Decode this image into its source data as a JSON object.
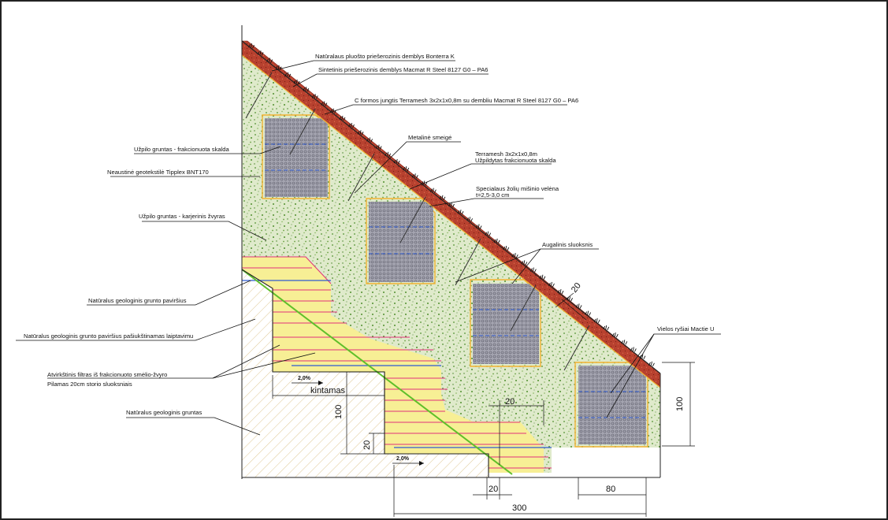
{
  "labels": {
    "bonterra": "Natūralaus pluošto priešerozinis demblys Bonterra K",
    "macmat": "Sintetinis priešerozinis demblys Macmat R Steel 8127 G0 – PA6",
    "c_joint": "C formos jungtis Terramesh 3x2x1x0,8m su dembliu Macmat R Steel 8127 G0 – PA6",
    "fill_crushed": "Užpilo gruntas - frakcionuota skalda",
    "metal_stake": "Metalinė smeigė",
    "geotextile": "Neaustinė geotekstilė Tipplex BNT170",
    "terramesh_1": "Terramesh 3x2x1x0,8m",
    "terramesh_2": "Užpildytas frakcionuota skalda",
    "turf_1": "Specialaus žolių mišinio velėna",
    "turf_2": "t=2,5-3,0 cm",
    "fill_quarry": "Užpilo gruntas - karjerinis žvyras",
    "vegetative": "Augalinis sluoksnis",
    "natural_surface": "Natūralus geologinis grunto paviršius",
    "natural_surface_stepped": "Natūralus geologinis grunto paviršius pašiukštinamas laiptavimu",
    "wire_ties": "Vielos ryšiai Mactie U",
    "filter_1": "Atvirkštinis filtras iš frakcionuoto smėlio-žvyro",
    "filter_2": "Pilamas 20cm storio sluoksniais",
    "natural_ground": "Natūralus geologinis gruntas"
  },
  "dimensions": {
    "slope_20": "20",
    "slope_pct_1": "2,0%",
    "slope_pct_2": "2,0%",
    "variable": "kintamas",
    "h100_left": "100",
    "h20_left": "20",
    "w20_right": "20",
    "h100_right": "100",
    "w20_bottom": "20",
    "w80": "80",
    "w300": "300"
  },
  "colors": {
    "fill_green": "#dbe8c8",
    "gravel_dot": "#5f9a3a",
    "terramesh_box": "#9a9aa6",
    "mesh_outline": "#f2b233",
    "facing_red": "#b2382a",
    "yellow_filter": "#f7ef95",
    "pink_layer": "#e0307a",
    "blue_line": "#2f5bd0",
    "hatch": "#c9a24a",
    "ground_line": "#5fbf2a"
  }
}
